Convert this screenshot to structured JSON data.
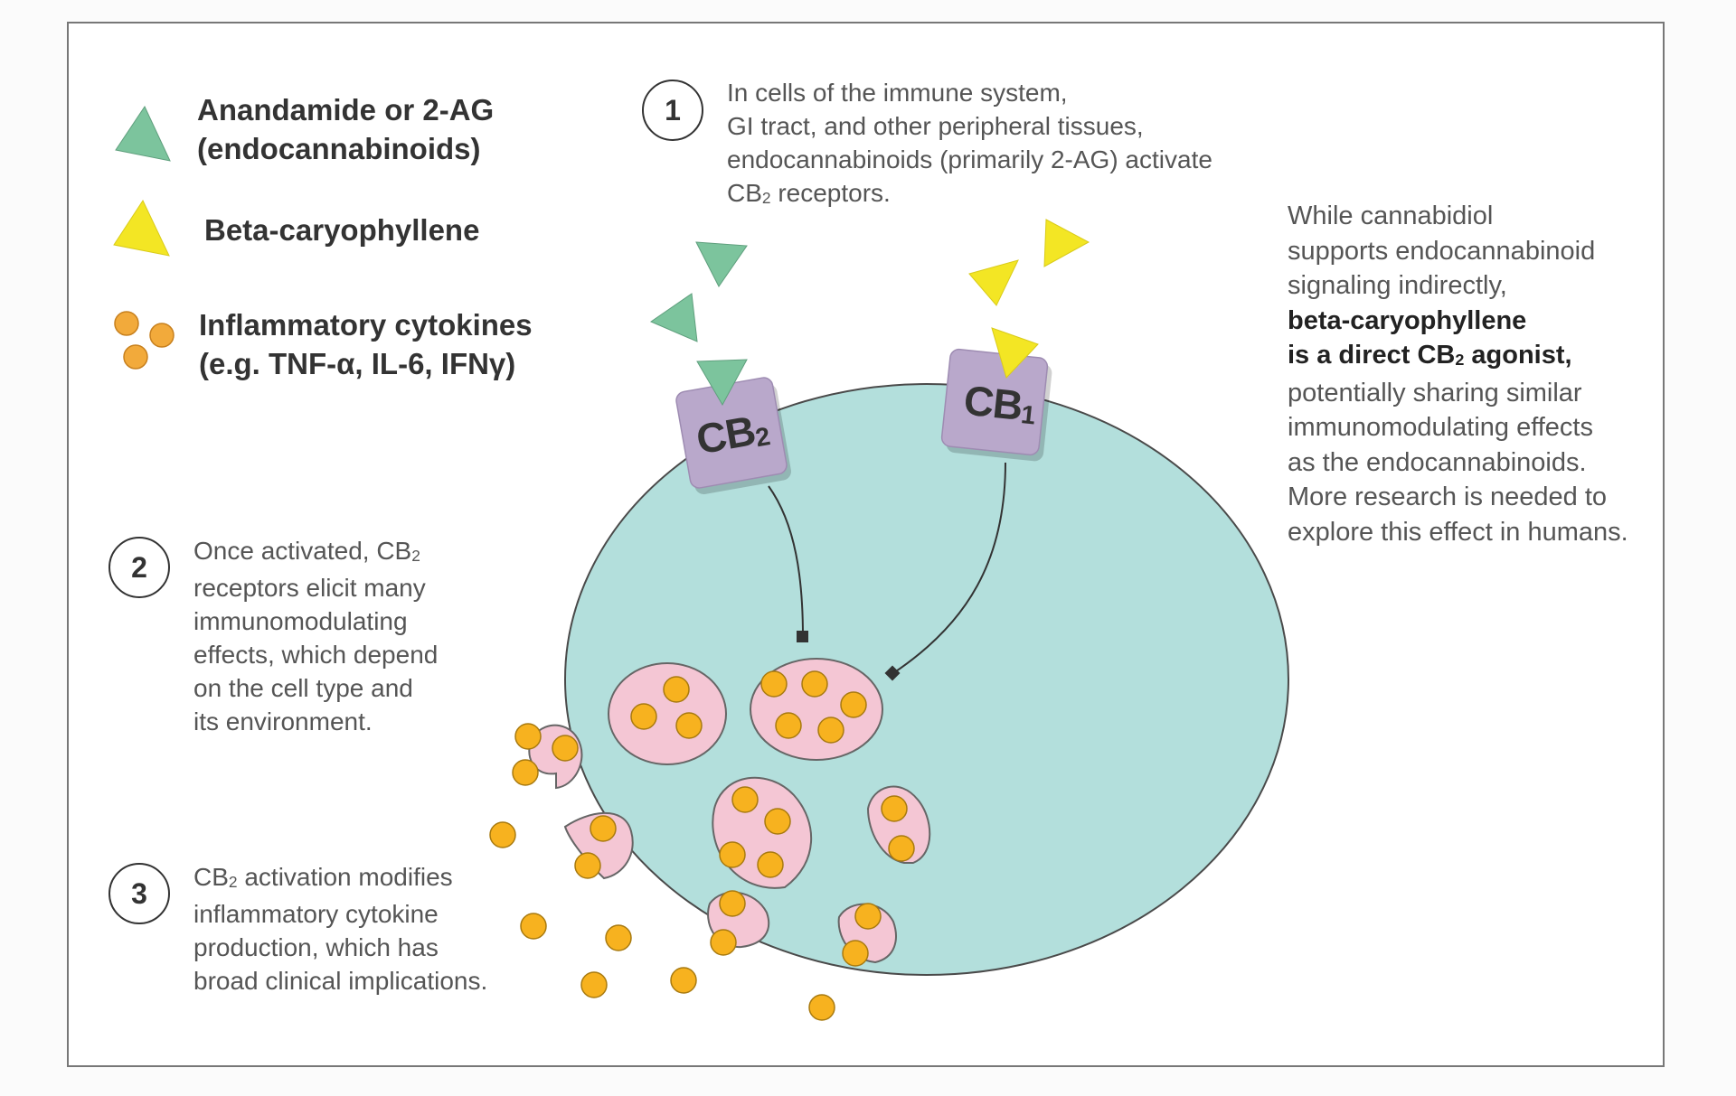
{
  "legend": {
    "endocannabinoid": {
      "line1": "Anandamide or 2-AG",
      "line2": "(endocannabinoids)",
      "color": "#7cc49d"
    },
    "beta_caryophyllene": {
      "label": "Beta-caryophyllene",
      "color": "#f3e624"
    },
    "cytokines": {
      "line1": "Inflammatory cytokines",
      "line2": "(e.g. TNF-α, IL-6, IFNγ)",
      "color": "#f2aa3b"
    }
  },
  "receptors": {
    "cb2": {
      "base": "CB",
      "sub": "2"
    },
    "cb1": {
      "base": "CB",
      "sub": "1"
    }
  },
  "steps": [
    {
      "number": "1",
      "lines": [
        "In cells of the immune system,",
        "GI tract, and other peripheral tissues,",
        "endocannabinoids (primarily 2-AG) activate"
      ],
      "last_pre": "CB",
      "last_sub": "2",
      "last_post": " receptors."
    },
    {
      "number": "2",
      "first_pre": "Once activated, CB",
      "first_sub": "2",
      "lines": [
        "receptors elicit many",
        "immunomodulating",
        "effects, which depend",
        "on the cell type and",
        "its environment."
      ]
    },
    {
      "number": "3",
      "first_pre": "CB",
      "first_sub": "2",
      "first_post": " activation modifies",
      "lines": [
        "inflammatory cytokine",
        "production, which has",
        "broad clinical implications."
      ]
    }
  ],
  "side_note": {
    "lines_before": [
      "While cannabidiol",
      "supports endocannabinoid",
      "signaling indirectly,"
    ],
    "bold_1": "beta-caryophyllene",
    "bold_2_pre": "is a direct CB",
    "bold_2_sub": "2",
    "bold_2_post": " agonist,",
    "lines_after": [
      "potentially sharing similar",
      "immunomodulating effects",
      "as the endocannabinoids.",
      "More research is needed to",
      "explore this effect in humans."
    ]
  },
  "colors": {
    "cell": "#b3dfdc",
    "receptor": "#b9a8cb",
    "vesicle": "#f4c6d4",
    "cytokine": "#f7b21f",
    "frame": "#777777"
  }
}
